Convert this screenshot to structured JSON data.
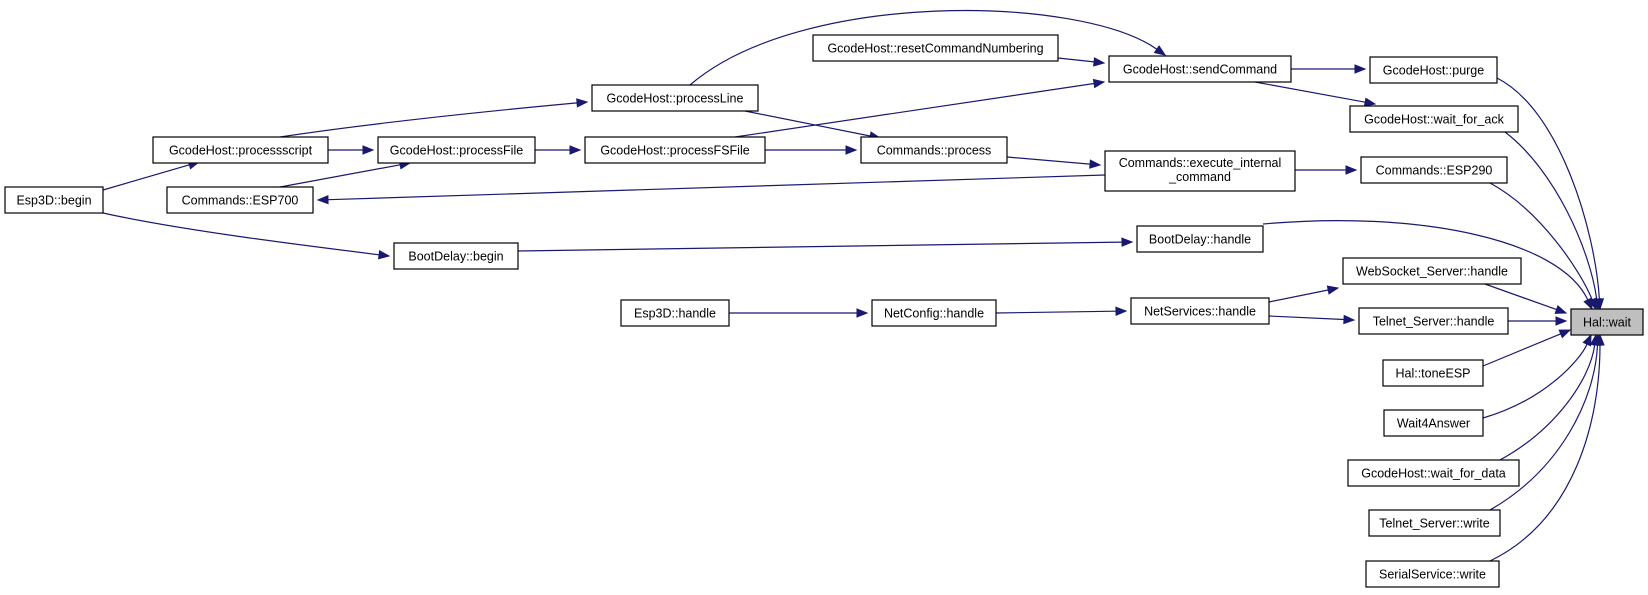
{
  "nodes": [
    {
      "id": "esp3d_begin",
      "label": "Esp3D::begin"
    },
    {
      "id": "gh_processscript",
      "label": "GcodeHost::processscript"
    },
    {
      "id": "cmd_esp700",
      "label": "Commands::ESP700"
    },
    {
      "id": "gh_processfile",
      "label": "GcodeHost::processFile"
    },
    {
      "id": "gh_processline",
      "label": "GcodeHost::processLine"
    },
    {
      "id": "gh_processfsfile",
      "label": "GcodeHost::processFSFile"
    },
    {
      "id": "bd_begin",
      "label": "BootDelay::begin"
    },
    {
      "id": "cmd_process",
      "label": "Commands::process"
    },
    {
      "id": "gh_resetnum",
      "label": "GcodeHost::resetCommandNumbering"
    },
    {
      "id": "gh_sendcommand",
      "label": "GcodeHost::sendCommand"
    },
    {
      "id": "cmd_exec_internal",
      "label_lines": [
        "Commands::execute_internal",
        "_command"
      ]
    },
    {
      "id": "bd_handle",
      "label": "BootDelay::handle"
    },
    {
      "id": "esp3d_handle",
      "label": "Esp3D::handle"
    },
    {
      "id": "netconfig_handle",
      "label": "NetConfig::handle"
    },
    {
      "id": "netservices_handle",
      "label": "NetServices::handle"
    },
    {
      "id": "gh_purge",
      "label": "GcodeHost::purge"
    },
    {
      "id": "gh_wait_ack",
      "label": "GcodeHost::wait_for_ack"
    },
    {
      "id": "cmd_esp290",
      "label": "Commands::ESP290"
    },
    {
      "id": "ws_handle",
      "label": "WebSocket_Server::handle"
    },
    {
      "id": "telnet_handle",
      "label": "Telnet_Server::handle"
    },
    {
      "id": "hal_tone",
      "label": "Hal::toneESP"
    },
    {
      "id": "wait4answer",
      "label": "Wait4Answer"
    },
    {
      "id": "gh_wait_data",
      "label": "GcodeHost::wait_for_data"
    },
    {
      "id": "telnet_write",
      "label": "Telnet_Server::write"
    },
    {
      "id": "serial_write",
      "label": "SerialService::write"
    },
    {
      "id": "hal_wait",
      "label": "Hal::wait",
      "highlighted": true
    }
  ],
  "edges": [
    {
      "from": "esp3d_begin",
      "to": "gh_processscript"
    },
    {
      "from": "esp3d_begin",
      "to": "bd_begin"
    },
    {
      "from": "gh_processscript",
      "to": "gh_processfile"
    },
    {
      "from": "gh_processscript",
      "to": "gh_processline"
    },
    {
      "from": "cmd_esp700",
      "to": "gh_processfile"
    },
    {
      "from": "gh_processfile",
      "to": "gh_processfsfile"
    },
    {
      "from": "gh_processfsfile",
      "to": "cmd_process"
    },
    {
      "from": "gh_processfsfile",
      "to": "gh_sendcommand"
    },
    {
      "from": "gh_processline",
      "to": "cmd_process"
    },
    {
      "from": "gh_processline",
      "to": "gh_sendcommand"
    },
    {
      "from": "gh_resetnum",
      "to": "gh_sendcommand"
    },
    {
      "from": "cmd_process",
      "to": "cmd_exec_internal"
    },
    {
      "from": "cmd_exec_internal",
      "to": "cmd_esp700"
    },
    {
      "from": "cmd_exec_internal",
      "to": "cmd_esp290"
    },
    {
      "from": "gh_sendcommand",
      "to": "gh_purge"
    },
    {
      "from": "gh_sendcommand",
      "to": "gh_wait_ack"
    },
    {
      "from": "bd_begin",
      "to": "bd_handle"
    },
    {
      "from": "esp3d_handle",
      "to": "netconfig_handle"
    },
    {
      "from": "netconfig_handle",
      "to": "netservices_handle"
    },
    {
      "from": "netservices_handle",
      "to": "ws_handle"
    },
    {
      "from": "netservices_handle",
      "to": "telnet_handle"
    },
    {
      "from": "gh_purge",
      "to": "hal_wait"
    },
    {
      "from": "gh_wait_ack",
      "to": "hal_wait"
    },
    {
      "from": "cmd_esp290",
      "to": "hal_wait"
    },
    {
      "from": "bd_handle",
      "to": "hal_wait"
    },
    {
      "from": "ws_handle",
      "to": "hal_wait"
    },
    {
      "from": "telnet_handle",
      "to": "hal_wait"
    },
    {
      "from": "hal_tone",
      "to": "hal_wait"
    },
    {
      "from": "wait4answer",
      "to": "hal_wait"
    },
    {
      "from": "gh_wait_data",
      "to": "hal_wait"
    },
    {
      "from": "telnet_write",
      "to": "hal_wait"
    },
    {
      "from": "serial_write",
      "to": "hal_wait"
    }
  ],
  "colors": {
    "edge": "#191970",
    "node_border": "#000000",
    "node_fill": "#ffffff",
    "highlight_fill": "#bfbfbf"
  }
}
